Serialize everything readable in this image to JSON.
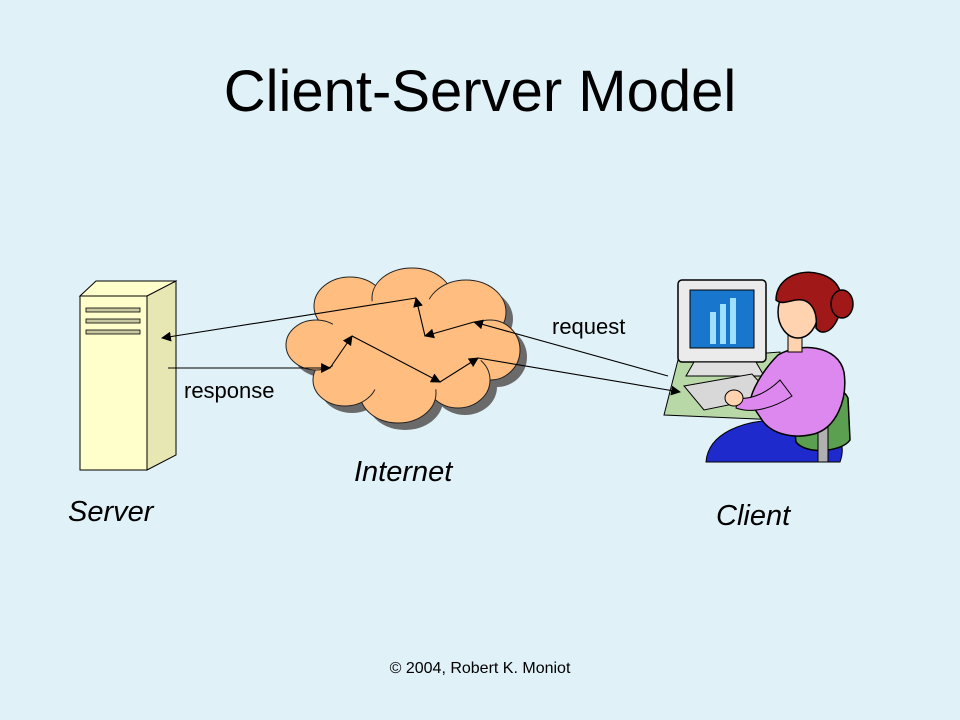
{
  "slide": {
    "title": "Client-Server Model",
    "footer": "© 2004, Robert K. Moniot"
  },
  "labels": {
    "server": "Server",
    "internet": "Internet",
    "client": "Client",
    "request": "request",
    "response": "response"
  },
  "colors": {
    "background": "#e0f1f8",
    "cloud_fill": "#ffbd80",
    "server_fill": "#ffffcc",
    "client_shirt": "#dd88ee",
    "client_hair": "#a01818",
    "chair_fill": "#5aa050",
    "desk_fill": "#b8d8a8",
    "legs_fill": "#1f2acc"
  },
  "icons": {
    "server": "server-tower-icon",
    "cloud": "internet-cloud-icon",
    "client": "person-at-computer-icon"
  }
}
